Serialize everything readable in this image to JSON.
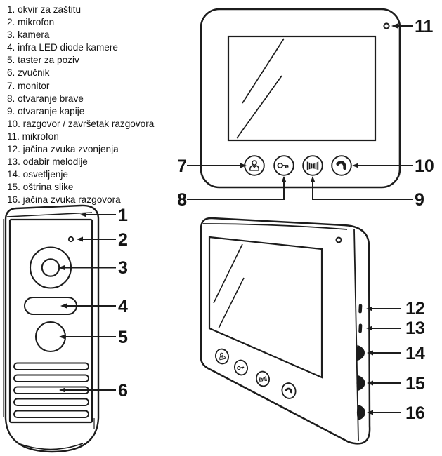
{
  "document": {
    "type": "intercom-user-manual-diagram",
    "language": "Serbian"
  },
  "colors": {
    "line": "#1c1c1c",
    "text": "#141414",
    "background": "#ffffff"
  },
  "legend": {
    "items": [
      "1. okvir za zaštitu",
      "2. mikrofon",
      "3. kamera",
      "4. infra LED diode kamere",
      "5. taster za poziv",
      "6. zvučnik",
      "7. monitor",
      "8. otvaranje brave",
      "9. otvaranje kapije",
      "10. razgovor / završetak razgovora",
      "11. mikrofon",
      "12. jačina zvuka zvonjenja",
      "13. odabir melodije",
      "14. osvetljenje",
      "15. oštrina slike",
      "16. jačina zvuka razgovora"
    ]
  },
  "callouts": {
    "door_station": {
      "cover": "1",
      "mic": "2",
      "camera": "3",
      "leds": "4",
      "call_button": "5",
      "speaker": "6"
    },
    "front_monitor": {
      "monitor_button": "7",
      "lock_button": "8",
      "gate_button": "9",
      "talk_button": "10",
      "mic": "11"
    },
    "side_monitor": {
      "ring_volume": "12",
      "melody_select": "13",
      "brightness": "14",
      "sharpness": "15",
      "talk_volume": "16"
    }
  },
  "icons": {
    "button1": "person-icon",
    "button2": "key-icon",
    "button3": "gate-icon",
    "button4": "phone-icon"
  }
}
